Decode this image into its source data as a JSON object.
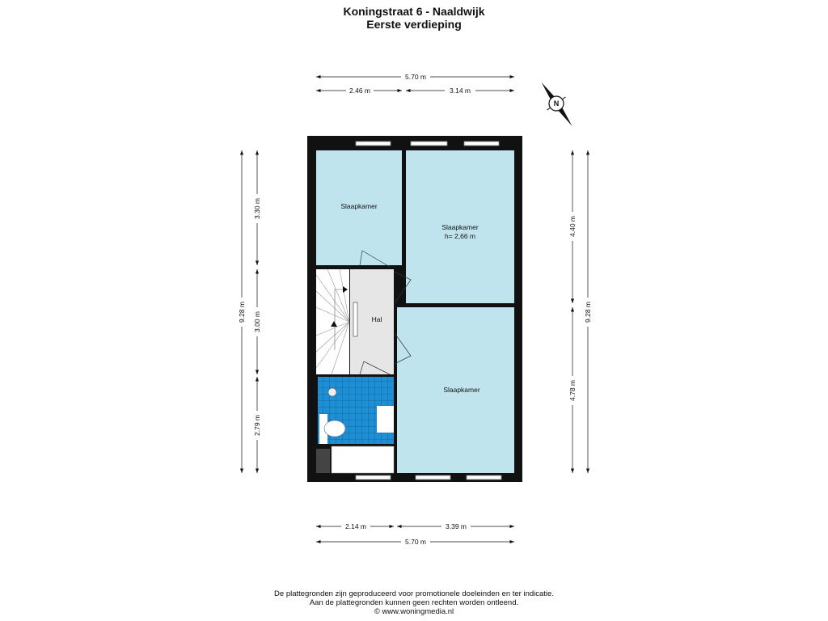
{
  "header": {
    "title": "Koningstraat 6 - Naaldwijk",
    "subtitle": "Eerste verdieping"
  },
  "rooms": {
    "bedroom_small": "Slaapkamer",
    "bedroom_large": "Slaapkamer",
    "bedroom_large_height": "h= 2,66 m",
    "hall": "Hal",
    "bedroom_bottom": "Slaapkamer"
  },
  "dimensions": {
    "top_total": "5.70 m",
    "top_left": "2.46 m",
    "top_right": "3.14 m",
    "bottom_left": "2.14 m",
    "bottom_right": "3.39 m",
    "bottom_total": "5.70 m",
    "left_total": "9.28 m",
    "left_top": "3.30 m",
    "left_mid": "3.00 m",
    "left_bottom": "2.79 m",
    "right_top": "4.40 m",
    "right_bottom": "4.78 m",
    "right_total": "9.28 m"
  },
  "compass": {
    "label": "N"
  },
  "footer": {
    "line1": "De plattegronden zijn geproduceerd voor promotionele doeleinden en ter indicatie.",
    "line2": "Aan de plattegronden kunnen geen rechten worden ontleend.",
    "line3": "© www.woningmedia.nl"
  },
  "colors": {
    "room": "#bfe4ee",
    "hall": "#e6e6e6",
    "bath": "#1e8fd5",
    "wall": "#111111"
  }
}
